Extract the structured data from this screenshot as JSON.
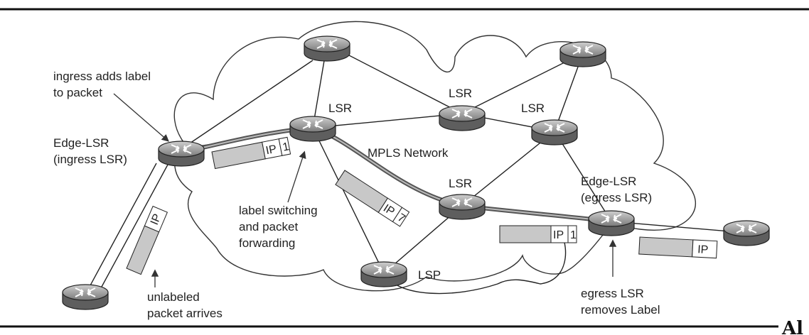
{
  "diagram": {
    "network_label": "MPLS Network",
    "annotations": {
      "ingress_note": [
        "ingress adds label",
        "to packet"
      ],
      "edge_ingress": [
        "Edge-LSR",
        "(ingress LSR)"
      ],
      "edge_egress": [
        "Edge-LSR",
        "(egress LSR)"
      ],
      "label_switching": [
        "label switching",
        "and packet",
        "forwarding"
      ],
      "unlabeled": [
        "unlabeled",
        "packet arrives"
      ],
      "egress_note": [
        "egress LSR",
        "removes Label"
      ],
      "lsr_upper": "LSR",
      "lsr_top": "LSR",
      "lsr_right": "LSR",
      "lsr_middle": "LSR",
      "lsp": "LSP"
    },
    "packets": {
      "p1": {
        "ip": "IP",
        "label": "1"
      },
      "p2": {
        "ip": "IP",
        "label": "7"
      },
      "p3": {
        "ip": "IP",
        "label": "1"
      },
      "p4": {
        "ip": "IP"
      },
      "p5": {
        "ip": "IP"
      }
    },
    "corner_mark": "Al"
  }
}
